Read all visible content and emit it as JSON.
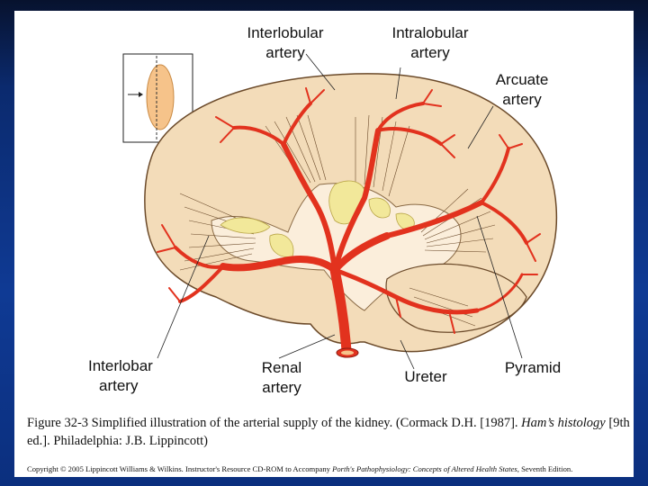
{
  "labels": {
    "interlobular_1": "Interlobular",
    "interlobular_2": "artery",
    "intralobular_1": "Intralobular",
    "intralobular_2": "artery",
    "arcuate_1": "Arcuate",
    "arcuate_2": "artery",
    "interlobar_1": "Interlobar",
    "interlobar_2": "artery",
    "renal_1": "Renal",
    "renal_2": "artery",
    "ureter": "Ureter",
    "pyramid": "Pyramid"
  },
  "caption": {
    "part1": "Figure 32-3 Simplified illustration of the arterial supply of the kidney. (Cormack D.H. [1987]. ",
    "italic": "Ham’s histology",
    "part2": " [9th ed.]. Philadelphia: J.B. Lippincott)"
  },
  "copyright": {
    "part1": "Copyright © 2005 Lippincott Williams & Wilkins.  Instructor's Resource CD-ROM to Accompany ",
    "italic": "Porth's Pathophysiology: Concepts of Altered Health States,",
    "part2": " Seventh Edition."
  },
  "colors": {
    "artery": "#e2321e",
    "cortex": "#f3dcb9",
    "medulla": "#fbeedb",
    "fat": "#f2e89a",
    "slide_background": "#0f3a94"
  }
}
